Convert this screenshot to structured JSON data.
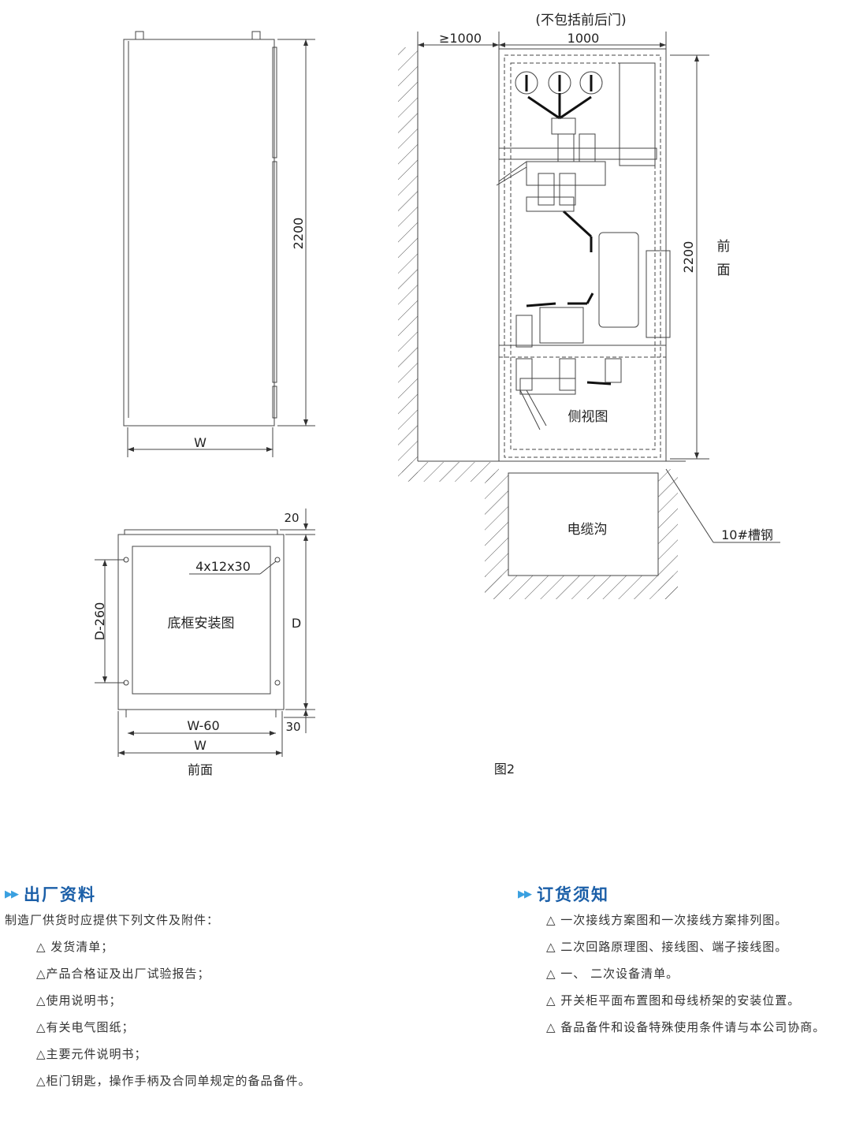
{
  "drawings": {
    "front_view": {
      "height_dim": "2200",
      "width_dim": "W"
    },
    "base_frame": {
      "title": "底框安装图",
      "hole_spec": "4x12x30",
      "depth_inner_dim": "D-260",
      "depth_dim": "D",
      "top_offset": "20",
      "bottom_offset": "30",
      "inner_width_dim": "W-60",
      "width_dim": "W",
      "front_label": "前面"
    },
    "side_view": {
      "note": "(不包括前后门)",
      "clearance_dim": "≥1000",
      "depth_dim": "1000",
      "height_dim": "2200",
      "front_label_1": "前",
      "front_label_2": "面",
      "title": "侧视图",
      "cable_trench": "电缆沟",
      "channel_steel": "10#槽钢"
    },
    "figure_label": "图2"
  },
  "factory_docs": {
    "title": "出厂资料",
    "intro": "制造厂供货时应提供下列文件及附件：",
    "items": [
      "△ 发货清单；",
      "△产品合格证及出厂试验报告；",
      "△使用说明书；",
      "△有关电气图纸；",
      "△主要元件说明书；",
      "△柜门钥匙，操作手柄及合同单规定的备品备件。"
    ]
  },
  "ordering": {
    "title": "订货须知",
    "items": [
      "△ 一次接线方案图和一次接线方案排列图。",
      "△ 二次回路原理图、接线图、端子接线图。",
      "△ 一、 二次设备清单。",
      "△ 开关柜平面布置图和母线桥架的安装位置。",
      "△ 备品备件和设备特殊使用条件请与本公司协商。"
    ]
  },
  "colors": {
    "heading": "#1b5fa8",
    "arrow": "#3aa0e0"
  }
}
